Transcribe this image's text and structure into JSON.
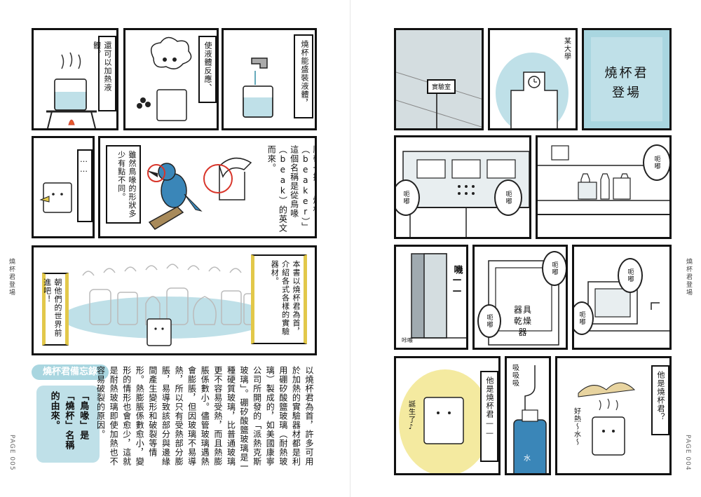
{
  "left": {
    "panel1_caption": "還可以加熱液體。",
    "panel2_caption": "使液體反應、",
    "panel3_caption": "燒杯能盛裝液體，",
    "panel4_ellipsis": "……",
    "panel4_caption1": "雖然鳥喙的形狀多少有點不同。",
    "panel4_caption2": "順帶一提，「燒杯（beaker）」這個名稱是從鳥喙（beak）的英文而來。",
    "panel5_caption_left": "朝他們的世界前進吧！",
    "panel5_caption_right": "本書以燒杯君為首，介紹各式各樣的實驗器材。",
    "memo_title": "燒杯君備忘錄",
    "memo_box": "「鳥喙」是「燒杯」名稱的由來。",
    "body_text": "以燒杯君為首，許多可用於加熱的實驗器材都是利用硼矽酸鹽玻璃（耐熱玻璃）製成的，如美國康寧公司所開發的「派熱克斯玻璃」。硼矽酸鹽玻璃是一種硬質玻璃，比普通玻璃更不容易受熱，而且熱膨脹係數小。儘管玻璃遇熱會膨脹，但因玻璃不易導熱，所以只有受熱部分膨脹，易導致該部分與邊緣間產生變形和破裂等情形。熱膨脹係數愈小，變形的情形也會愈少，這就是耐熱玻璃即使加熱也不容易破裂的原因。",
    "side_label": "燒杯君登場",
    "page_number": "PAGE 005"
  },
  "right": {
    "sign_lab": "實驗室",
    "university_label": "某大學",
    "title_line1": "燒杯君",
    "title_line2": "登場",
    "bubble_a": "呃嘟",
    "bubble_b": "呃嘟",
    "bubble_c": "呃嘟",
    "bubble_d": "呃嘟",
    "bubble_e": "呃嘟",
    "bubble_f": "呃嘟",
    "bubble_g": "呃嘟",
    "sfx_door": "嘰——",
    "sfx_small": "咔嚓",
    "dryer_label": "器具乾燥器",
    "born_text": "誕生了♪",
    "caption_he": "他是燒杯君——",
    "sfx_bottle": "吸吸吸",
    "water_label": "水",
    "caption_is_he": "他是燒杯君？",
    "hot_text": "好熱～水～",
    "side_label": "燒杯君登場",
    "page_number": "PAGE 004"
  },
  "colors": {
    "accent_blue": "#bfe0e8",
    "panel_blue": "#a9d6e0",
    "grey_fill": "#d4dde0",
    "glow_yellow": "#f4eaa0",
    "caption_yellow": "#e2c84a",
    "bird_blue": "#3a86b8",
    "circle_red": "#d8352a"
  }
}
